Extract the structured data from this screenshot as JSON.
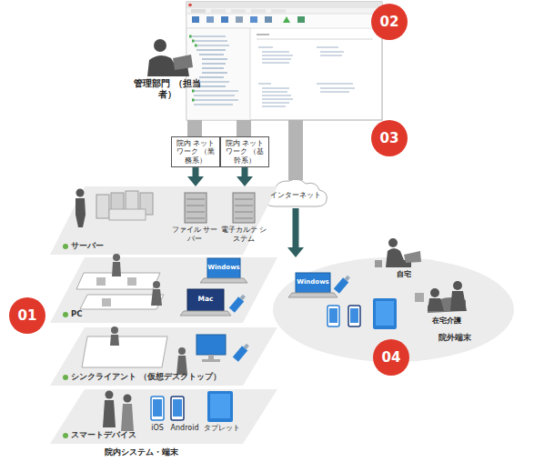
{
  "diagram": {
    "nodes": [
      {
        "text": [
          "院内 ネットワーク （業務系）"
        ]
      },
      {
        "text": [
          "院内 ネットワーク （基幹系）"
        ]
      },
      {
        "text": [
          "インターネット"
        ]
      },
      {
        "text": [
          "サーバー"
        ]
      },
      {
        "text": [
          "PC"
        ]
      },
      {
        "text": [
          "シンクライアント （仮想デスクトップ）"
        ]
      },
      {
        "text": [
          "スマートデバイス"
        ]
      },
      {
        "text": [
          "院外端末"
        ]
      }
    ],
    "edges": [
      {
        "from": 0,
        "to": 3,
        "arrow": "to"
      },
      {
        "from": 1,
        "to": 3,
        "arrow": "to"
      },
      {
        "from": 2,
        "to": 7,
        "arrow": "to"
      }
    ],
    "labels": [
      "02",
      "管理部門 （担当者）",
      "03",
      "ファイル サーバー",
      "電子カルテ システム",
      "01",
      "Windows",
      "Mac",
      "iOS",
      "Android",
      "タブレット",
      "院内システム・端末",
      "Windows",
      "自宅",
      "在宅介護",
      "04"
    ]
  }
}
